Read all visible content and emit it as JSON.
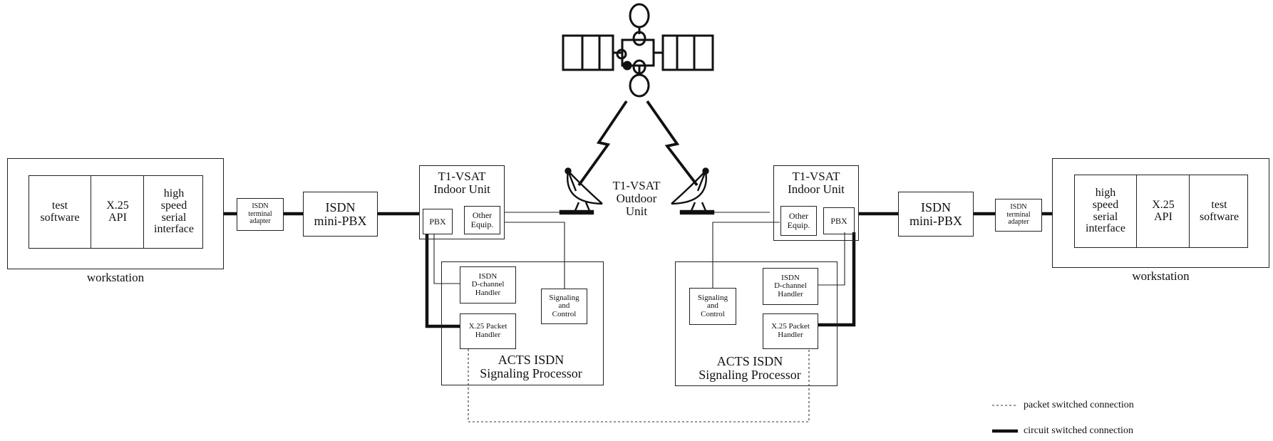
{
  "left": {
    "workstation_cells": [
      "test\nsoftware",
      "X.25\nAPI",
      "high\nspeed\nserial\ninterface"
    ],
    "workstation_label": "workstation",
    "terminal_adapter": "ISDN\nterminal\nadapter",
    "mini_pbx": "ISDN\nmini-PBX",
    "indoor_unit": "T1-VSAT\nIndoor Unit",
    "pbx": "PBX",
    "other_equip": "Other\nEquip.",
    "dchannel": "ISDN\nD-channel\nHandler",
    "x25_handler": "X.25 Packet\nHandler",
    "signaling_control": "Signaling\nand\nControl",
    "processor": "ACTS ISDN\nSignaling Processor"
  },
  "right": {
    "workstation_cells": [
      "high\nspeed\nserial\ninterface",
      "X.25\nAPI",
      "test\nsoftware"
    ],
    "workstation_label": "workstation",
    "terminal_adapter": "ISDN\nterminal\nadapter",
    "mini_pbx": "ISDN\nmini-PBX",
    "indoor_unit": "T1-VSAT\nIndoor Unit",
    "pbx": "PBX",
    "other_equip": "Other\nEquip.",
    "dchannel": "ISDN\nD-channel\nHandler",
    "x25_handler": "X.25 Packet\nHandler",
    "signaling_control": "Signaling\nand\nControl",
    "processor": "ACTS ISDN\nSignaling Processor"
  },
  "outdoor_unit": "T1-VSAT\nOutdoor\nUnit",
  "legend": {
    "packet": "packet switched connection",
    "circuit": "circuit switched connection"
  },
  "icons": [
    "satellite-icon",
    "satellite-dish-icon",
    "lightning-link-icon"
  ]
}
